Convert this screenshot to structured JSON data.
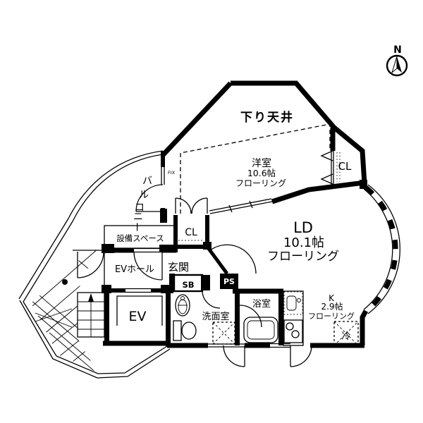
{
  "compass": {
    "north": "N"
  },
  "colors": {
    "line": "#000000",
    "background": "#ffffff"
  },
  "labels": {
    "dropped_ceiling": "下り天井",
    "western_room": {
      "name": "洋室",
      "size": "10.6帖",
      "floor": "フローリング"
    },
    "living_dining": {
      "name": "LD",
      "size": "10.1帖",
      "floor": "フローリング"
    },
    "kitchen": {
      "name": "K",
      "size": "2.9帖",
      "floor": "フローリング"
    },
    "balcony": {
      "name": "バルコニー",
      "chars": [
        "バ",
        "ル",
        "コ",
        "ニ",
        "ー"
      ]
    },
    "equipment_space": "設備スペース",
    "ev_hall": "EVホール",
    "entrance": "玄関",
    "elevator": "EV",
    "washroom": "洗面室",
    "bathroom": "浴室",
    "closet_upper": "CL",
    "closet_lower": "CL",
    "shoe_box": "SB",
    "pipe_space": "PS",
    "fixed_window": "FIX",
    "refrigerator": "冷"
  }
}
